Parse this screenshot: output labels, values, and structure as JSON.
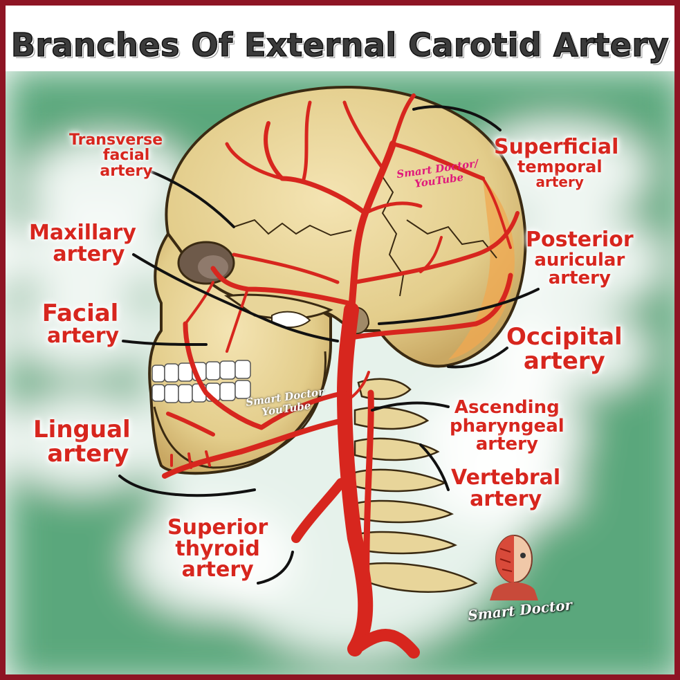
{
  "title": "Branches Of External Carotid Artery",
  "labels": {
    "transverse_facial": [
      "Transverse",
      "facial",
      "artery"
    ],
    "maxillary": [
      "Maxillary",
      "artery"
    ],
    "facial": [
      "Facial",
      "artery"
    ],
    "lingual": [
      "Lingual",
      "artery"
    ],
    "superior_thyroid": [
      "Superior",
      "thyroid",
      "artery"
    ],
    "superficial_temporal": [
      "Superficial",
      "temporal",
      "artery"
    ],
    "posterior_auricular": [
      "Posterior",
      "auricular",
      "artery"
    ],
    "occipital": [
      "Occipital",
      "artery"
    ],
    "ascending_pharyngeal": [
      "Ascending",
      "pharyngeal",
      "artery"
    ],
    "vertebral": [
      "Vertebral",
      "artery"
    ]
  },
  "watermarks": {
    "skull": [
      "Smart Doctor/",
      "YouTube"
    ],
    "jaw": [
      "Smart Doctor",
      "YouTube"
    ]
  },
  "logo_text": "Smart Doctor",
  "colors": {
    "frame": "#8e1524",
    "background": "#5aa77c",
    "artery": "#d7261e",
    "bone": "#e8d59a",
    "label": "#d7261e"
  },
  "icons": [
    "anatomy-head-logo-icon"
  ]
}
